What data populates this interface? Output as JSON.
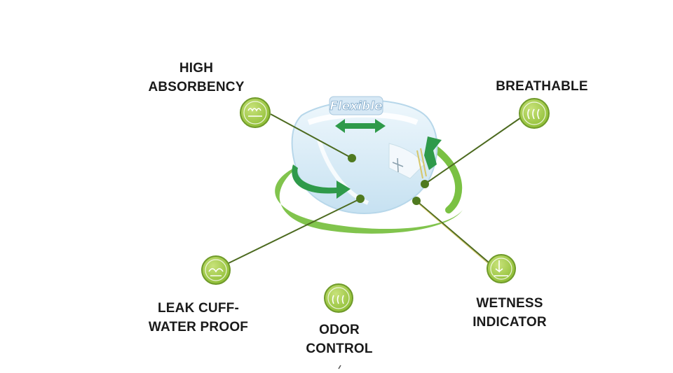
{
  "colors": {
    "badge_fill": "#9cc63c",
    "badge_ring": "#6f9a2a",
    "leader_line": "#4c6a1f",
    "arrow_green": "#2f9a4a",
    "ring_green": "#7ac143",
    "product_blue": "#d9ecf7"
  },
  "product": {
    "tag": "Flexible"
  },
  "features": [
    {
      "id": "high-absorbency",
      "lines": [
        "HIGH",
        "ABSORBENCY"
      ],
      "icon": "absorbency-icon"
    },
    {
      "id": "breathable",
      "lines": [
        "BREATHABLE"
      ],
      "icon": "breathable-icon"
    },
    {
      "id": "leak-cuff",
      "lines": [
        "LEAK CUFF-",
        "WATER PROOF"
      ],
      "icon": "leak-cuff-icon"
    },
    {
      "id": "odor-control",
      "lines": [
        "ODOR",
        "CONTROL"
      ],
      "icon": "odor-control-icon"
    },
    {
      "id": "wetness-indicator",
      "lines": [
        "WETNESS",
        "INDICATOR"
      ],
      "icon": "wetness-indicator-icon"
    }
  ]
}
